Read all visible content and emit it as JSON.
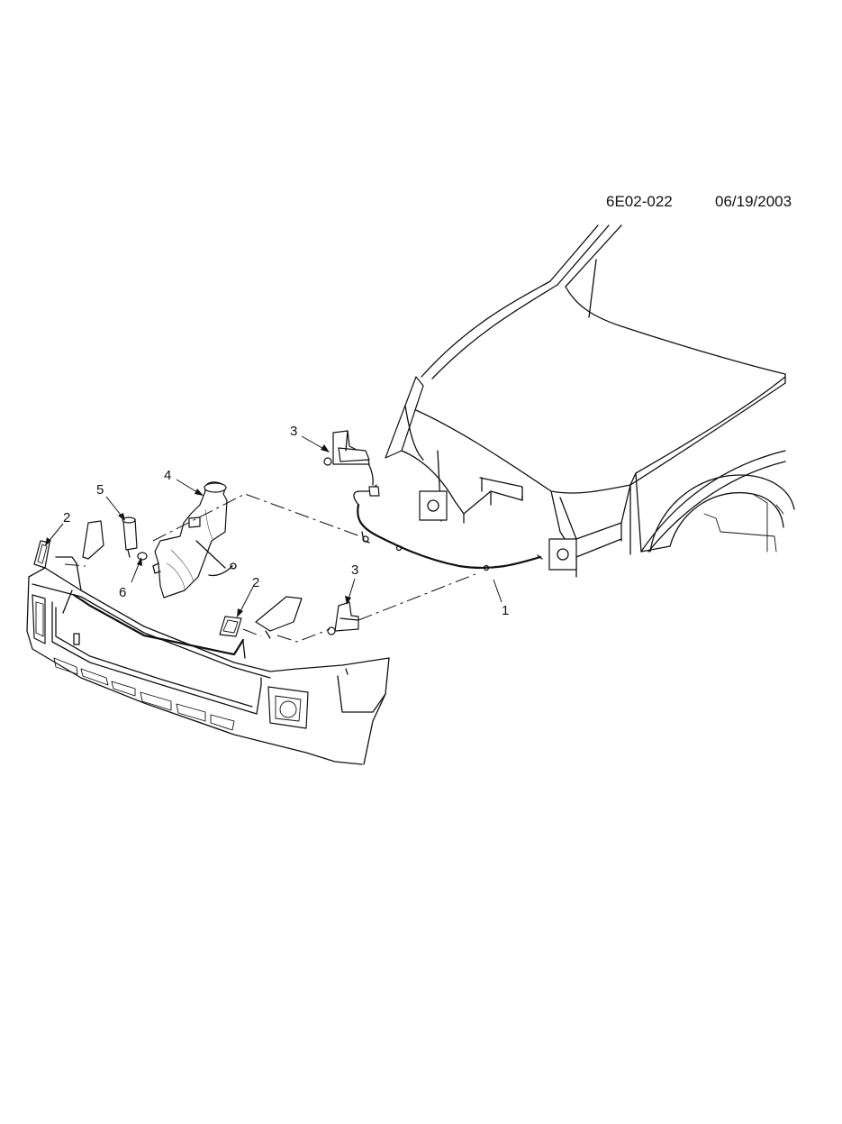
{
  "header": {
    "reference_code": "6E02-022",
    "date": "06/19/2003"
  },
  "callouts": [
    {
      "id": "c1",
      "label": "1"
    },
    {
      "id": "c2a",
      "label": "2"
    },
    {
      "id": "c2b",
      "label": "2"
    },
    {
      "id": "c3a",
      "label": "3"
    },
    {
      "id": "c3b",
      "label": "3"
    },
    {
      "id": "c4",
      "label": "4"
    },
    {
      "id": "c5",
      "label": "5"
    },
    {
      "id": "c6",
      "label": "6"
    }
  ]
}
